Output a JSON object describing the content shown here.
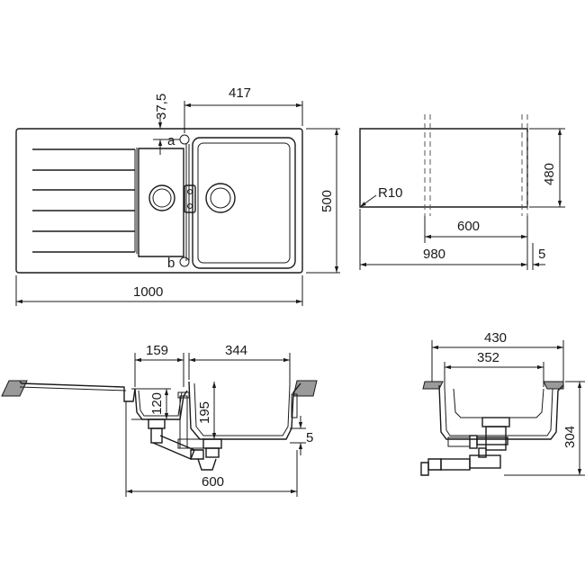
{
  "top_view": {
    "dim_width": "1000",
    "dim_height": "500",
    "dim_bowl_width": "417",
    "dim_offset": "37,5",
    "label_a": "a",
    "label_b": "b"
  },
  "side_view": {
    "dim_radius": "R10",
    "dim_inner_width": "600",
    "dim_outer_width": "980",
    "dim_height": "480",
    "dim_edge": "5"
  },
  "front_section": {
    "dim_small_bowl": "159",
    "dim_large_bowl": "344",
    "dim_small_depth": "120",
    "dim_large_depth": "195",
    "dim_edge": "5",
    "dim_total": "600"
  },
  "end_section": {
    "dim_outer": "430",
    "dim_inner": "352",
    "dim_depth": "304"
  }
}
